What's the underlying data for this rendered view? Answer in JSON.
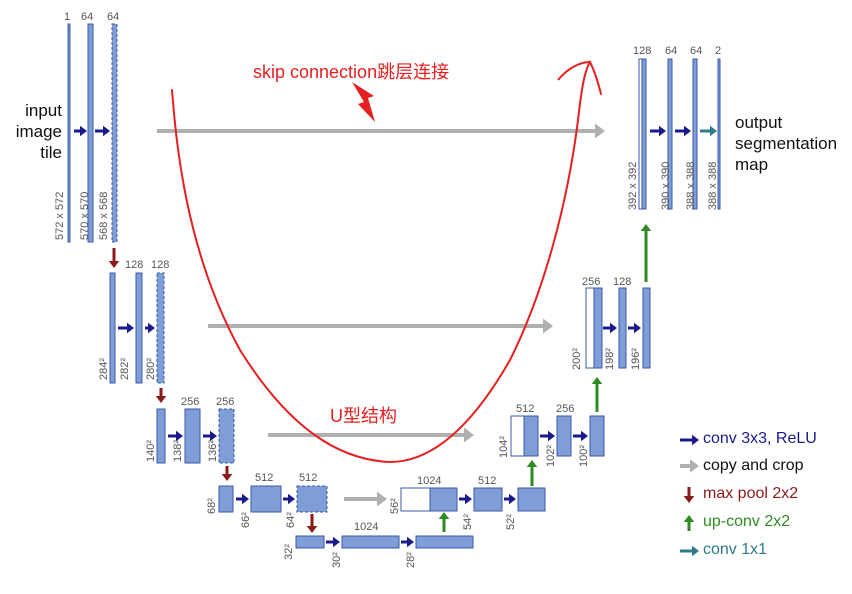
{
  "input_label": [
    "input",
    "image",
    "tile"
  ],
  "output_label": [
    "output",
    "segmentation",
    "map"
  ],
  "channels": {
    "l1": [
      "1",
      "64",
      "64"
    ],
    "l2": [
      "128",
      "128"
    ],
    "l3": [
      "256",
      "256"
    ],
    "l4": [
      "512",
      "512"
    ],
    "bottom": "1024",
    "u4": [
      "1024",
      "512"
    ],
    "u3": [
      "512",
      "256"
    ],
    "u2": [
      "256",
      "128"
    ],
    "u1": [
      "128",
      "64",
      "64",
      "2"
    ]
  },
  "dims": {
    "l1": [
      "572 x 572",
      "570 x 570",
      "568 x 568"
    ],
    "l2": [
      "284²",
      "282²",
      "280²"
    ],
    "l3": [
      "140²",
      "138²",
      "136²"
    ],
    "l4": [
      "68²",
      "66²",
      "64²"
    ],
    "bottom": [
      "32²",
      "30²",
      "28²"
    ],
    "u4": [
      "56²",
      "54²",
      "52²"
    ],
    "u3": [
      "104²",
      "102²",
      "100²"
    ],
    "u2": [
      "200²",
      "198²",
      "196²"
    ],
    "u1": [
      "392 x 392",
      "390 x 390",
      "388 x 388",
      "388 x 388"
    ]
  },
  "annotations": {
    "skip": "skip connection跳层连接",
    "u_shape": "U型结构"
  },
  "legend": [
    {
      "icon": "conv-arrow-icon",
      "label": "conv 3x3, ReLU",
      "color": "#1a1a8c"
    },
    {
      "icon": "copy-crop-arrow-icon",
      "label": "copy and crop",
      "color": "#b0b0b0"
    },
    {
      "icon": "max-pool-arrow-icon",
      "label": "max pool 2x2",
      "color": "#8b1a1a"
    },
    {
      "icon": "up-conv-arrow-icon",
      "label": "up-conv 2x2",
      "color": "#2e8b22"
    },
    {
      "icon": "conv1x1-arrow-icon",
      "label": "conv 1x1",
      "color": "#2e7a8c"
    }
  ],
  "colors": {
    "block_fill": "#7f9dd6",
    "block_stroke": "#3a5aa8",
    "red_annotation": "#e62020"
  }
}
